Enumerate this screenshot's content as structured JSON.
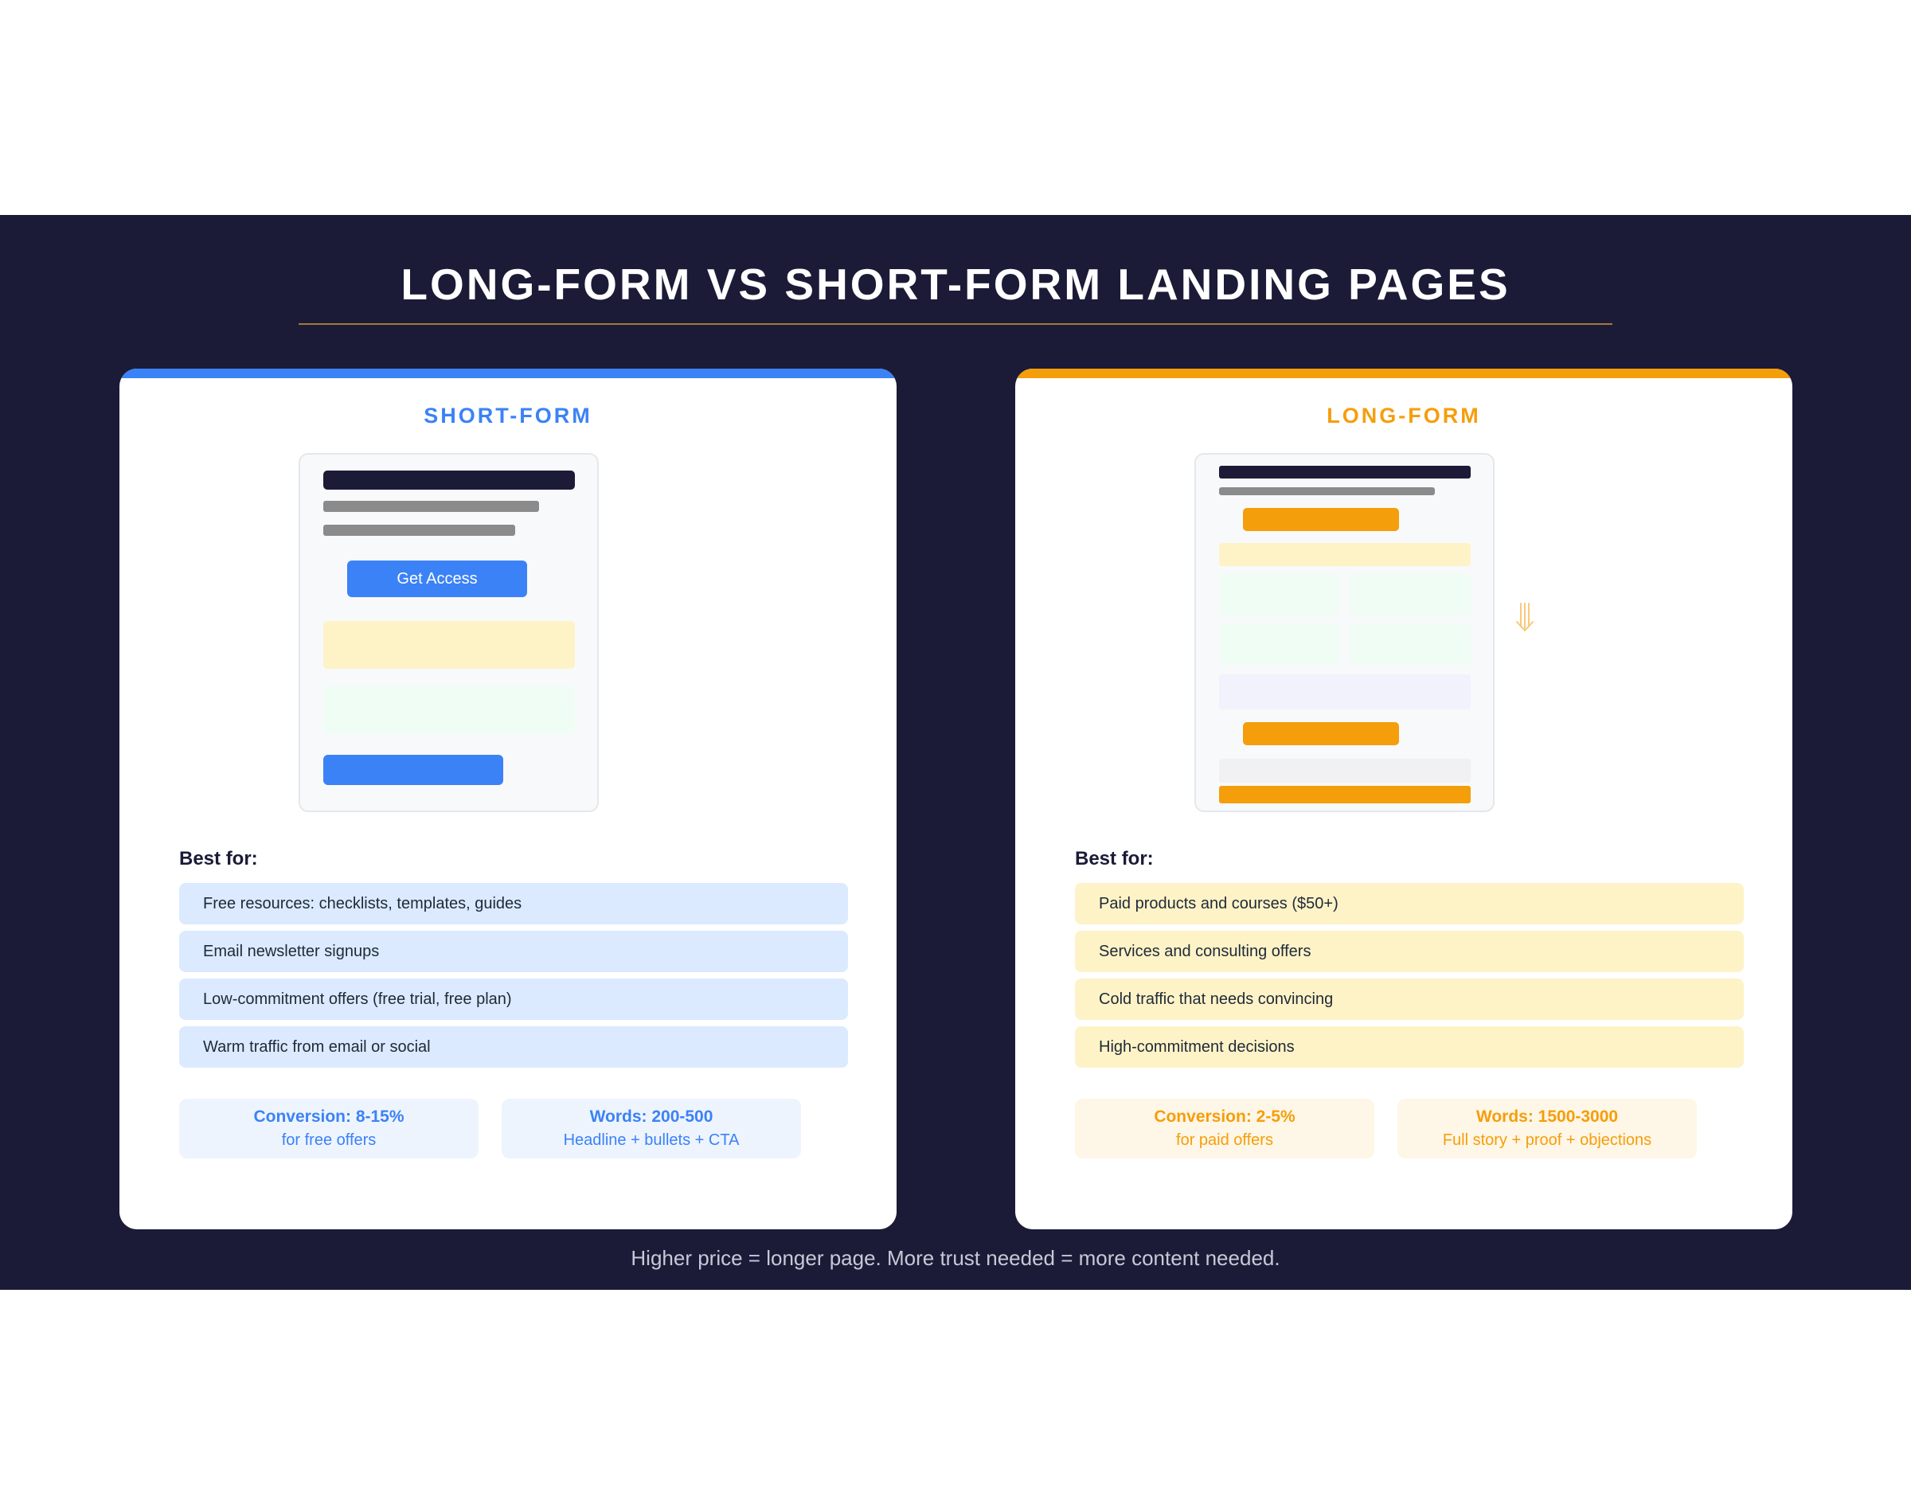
{
  "title": "LONG-FORM VS SHORT-FORM LANDING PAGES",
  "colors": {
    "background_dark": "#1b1b38",
    "short_accent": "#3b82f6",
    "long_accent": "#f59e0b",
    "rule": "#a8773a"
  },
  "short_form": {
    "heading": "SHORT-FORM",
    "mock_cta_label": "Get Access",
    "best_for_label": "Best for:",
    "items": [
      "Free resources: checklists, templates, guides",
      "Email newsletter signups",
      "Low-commitment offers (free trial, free plan)",
      "Warm traffic from email or social"
    ],
    "stats": [
      {
        "title": "Conversion: 8-15%",
        "sub": "for free offers"
      },
      {
        "title": "Words: 200-500",
        "sub": "Headline + bullets + CTA"
      }
    ]
  },
  "long_form": {
    "heading": "LONG-FORM",
    "best_for_label": "Best for:",
    "scroll_icon": "scroll-down-arrow-icon",
    "items": [
      "Paid products and courses ($50+)",
      "Services and consulting offers",
      "Cold traffic that needs convincing",
      "High-commitment decisions"
    ],
    "stats": [
      {
        "title": "Conversion: 2-5%",
        "sub": "for paid offers"
      },
      {
        "title": "Words: 1500-3000",
        "sub": "Full story + proof + objections"
      }
    ]
  },
  "footer": "Higher price = longer page. More trust needed = more content needed."
}
